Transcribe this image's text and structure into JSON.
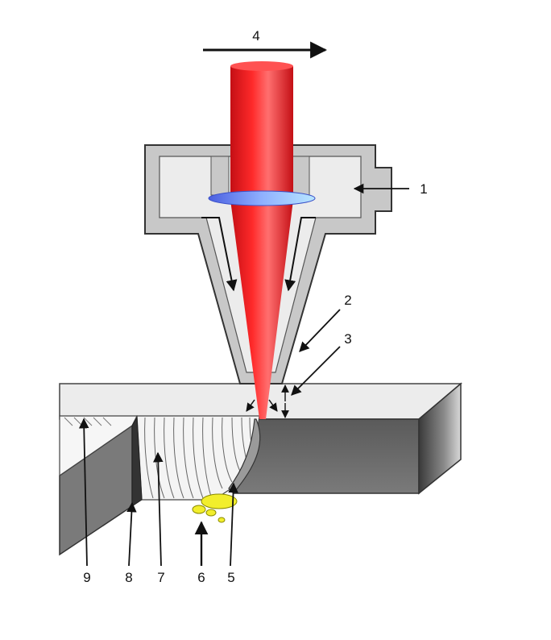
{
  "diagram": {
    "labels": {
      "motion": "4",
      "gas_inlet": "1",
      "nozzle": "2",
      "standoff": "3",
      "melt_front": "5",
      "ejected_melt": "6",
      "striations": "7",
      "dross": "8",
      "kerf": "9"
    },
    "colors": {
      "laser": "#e8161c",
      "lens": "#6f8cf0",
      "nozzle": "#c8c8c8",
      "workpiece_top": "#ececec",
      "workpiece_front": "#6a6a6a",
      "molten_metal": "#f2ee2c"
    }
  }
}
